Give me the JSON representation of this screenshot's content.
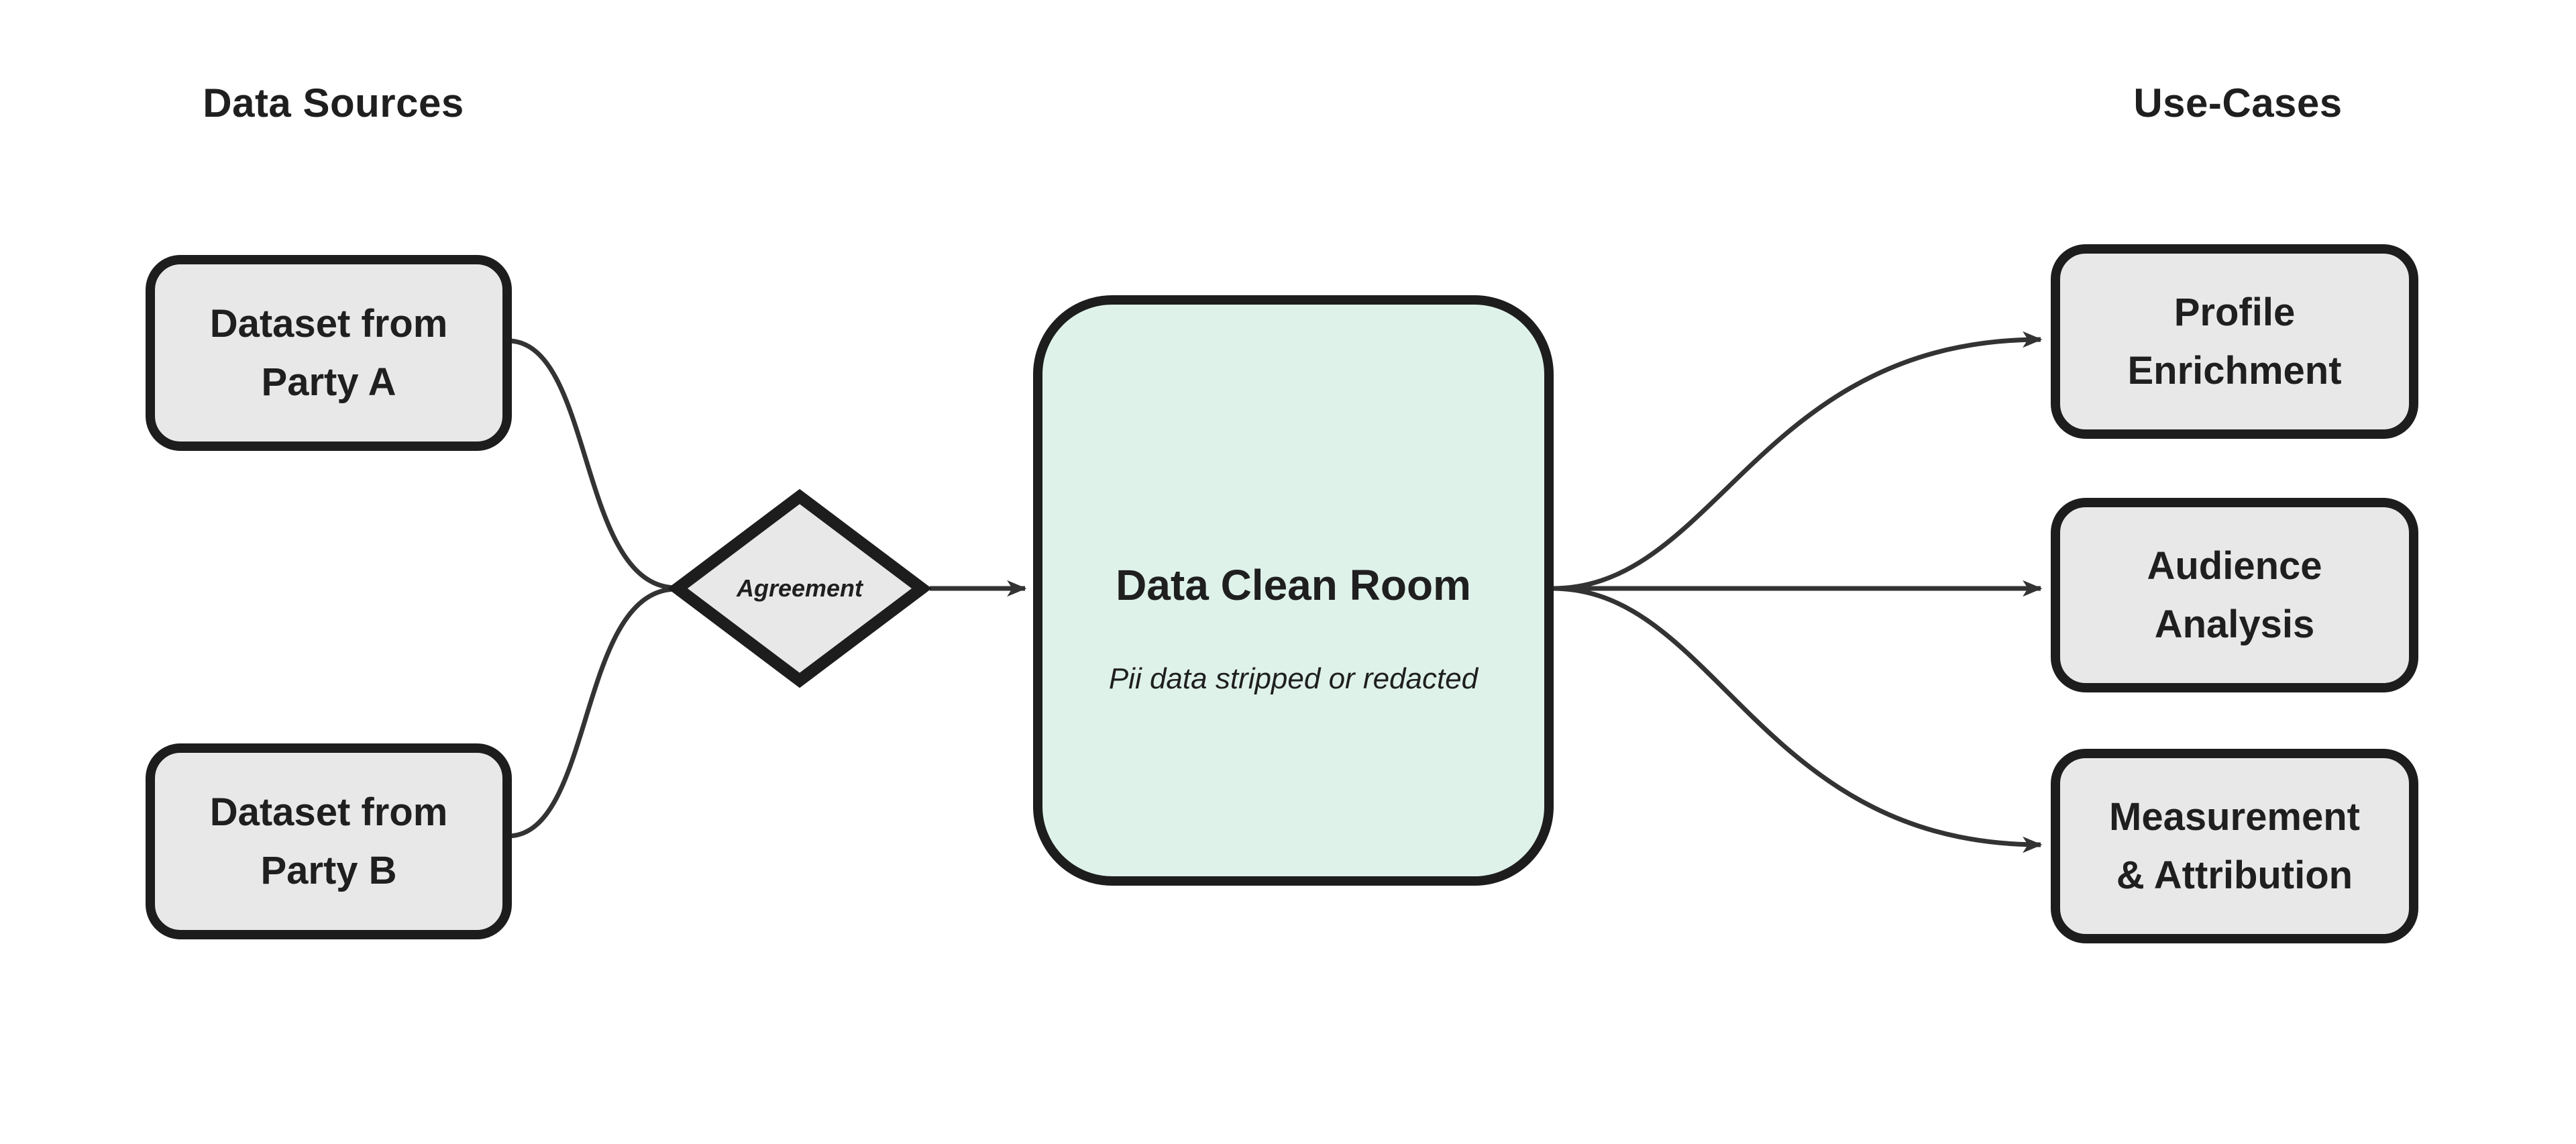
{
  "headings": {
    "data_sources": "Data Sources",
    "use_cases": "Use-Cases"
  },
  "nodes": {
    "party_a": {
      "lines": [
        "Dataset from",
        "Party A"
      ]
    },
    "party_b": {
      "lines": [
        "Dataset from",
        "Party B"
      ]
    },
    "agreement": {
      "label": "Agreement"
    },
    "clean_room": {
      "title": "Data Clean Room",
      "subtitle": "Pii data stripped or redacted"
    },
    "profile_enrichment": {
      "lines": [
        "Profile",
        "Enrichment"
      ]
    },
    "audience_analysis": {
      "lines": [
        "Audience",
        "Analysis"
      ]
    },
    "measurement_attribution": {
      "lines": [
        "Measurement",
        "& Attribution"
      ]
    }
  },
  "colors": {
    "background": "#ffffff",
    "node_fill": "#e8e8e8",
    "clean_room_fill": "#def2ea",
    "border": "#1d1d1d",
    "connector": "#333333",
    "text": "#1f1f1f"
  }
}
